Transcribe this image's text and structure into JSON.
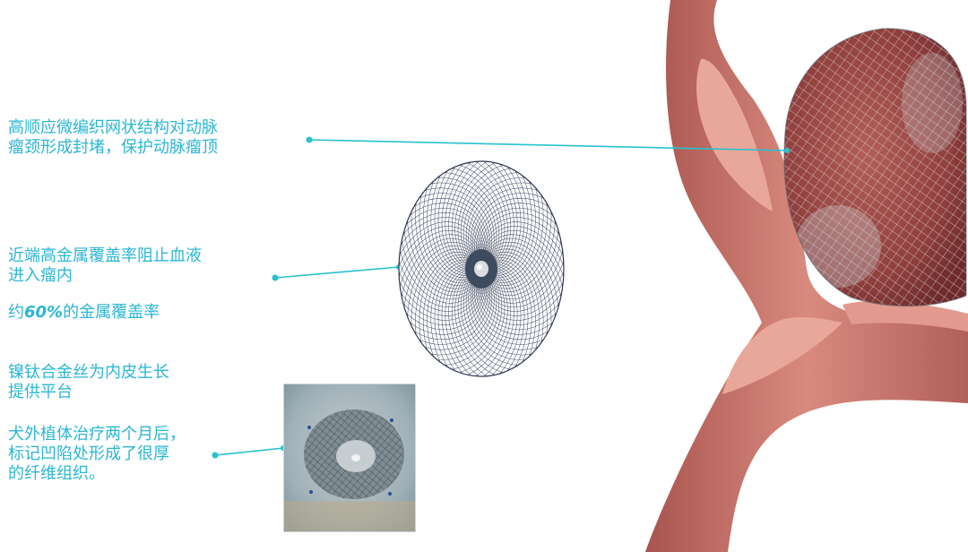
{
  "annotations": {
    "mesh_seal": {
      "line1": "高顺应微编织网状结构对动脉",
      "line2": "瘤颈形成封堵，保护动脉瘤顶"
    },
    "proximal_coverage": {
      "line1": "近端高金属覆盖率阻止血液",
      "line2": "进入瘤内"
    },
    "coverage_rate": {
      "prefix": "约",
      "percent": "60%",
      "suffix": "的金属覆盖率"
    },
    "nitinol": {
      "line1": "镍钛合金丝为内皮生长",
      "line2": "提供平台"
    },
    "canine_result": {
      "line1": "犬外植体治疗两个月后，",
      "line2": "标记凹陷处形成了很厚",
      "line3": "的纤维组织。"
    }
  },
  "colors": {
    "annotation_text": "#2bb6d3",
    "leader_line": "#25c2cf",
    "vessel": "#c9756b",
    "vessel_inner": "#e9a79a",
    "mesh": "#2a3550"
  },
  "images": {
    "vessel_illustration": "aneurysm-with-mesh-device",
    "device_disc": "braided-mesh-disc-top-view",
    "explant_photo": "canine-explant-photo"
  }
}
